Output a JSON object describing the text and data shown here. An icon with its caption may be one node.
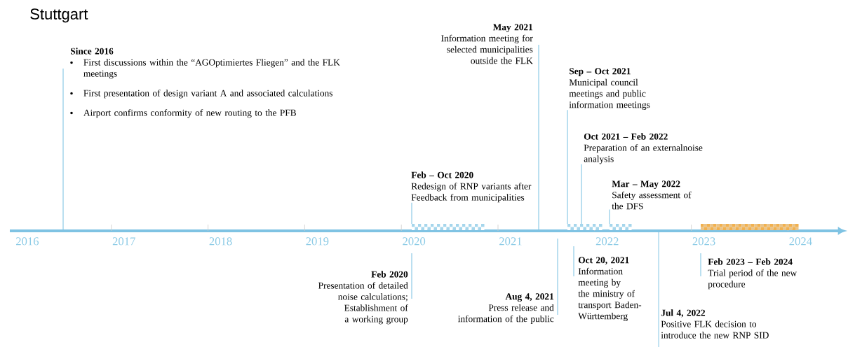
{
  "diagram": {
    "title": "Stuttgart",
    "nodes": [
      {
        "text": [
          "Since 2016",
          "First discussions within the “AGOptimiertes Fliegen” and the FLK meetings",
          "First presentation of design variant A and associated calculations",
          "Airport confirms conformity of new routing to the PFB"
        ]
      },
      {
        "text": [
          "Feb – Oct 2020",
          "Redesign of RNP variants after Feedback from municipalities"
        ]
      },
      {
        "text": [
          "Feb 2020",
          "Presentation of detailed noise calculations; Establishment of a working group"
        ]
      },
      {
        "text": [
          "May 2021",
          "Information meeting for selected municipalities outside the FLK"
        ]
      },
      {
        "text": [
          "Aug 4, 2021",
          "Press release and information of the public"
        ]
      },
      {
        "text": [
          "Sep – Oct 2021",
          "Municipal council meetings and public information meetings"
        ]
      },
      {
        "text": [
          "Oct 2021 – Feb 2022",
          "Preparation of an externalnoise analysis"
        ]
      },
      {
        "text": [
          "Oct 20, 2021",
          "Information meeting by the ministry of transport Baden-Württemberg"
        ]
      },
      {
        "text": [
          "Mar – May 2022",
          "Safety assessment of the DFS"
        ]
      },
      {
        "text": [
          "Jul 4, 2022",
          "Positive FLK decision to introduce the new RNP SID"
        ]
      },
      {
        "text": [
          "Feb 2023 – Feb 2024",
          "Trial period of the new procedure"
        ]
      },
      {
        "text": [],
        "shape": "bar"
      },
      {
        "text": [],
        "shape": "bar"
      },
      {
        "text": [],
        "shape": "bar"
      },
      {
        "text": [],
        "shape": "bar"
      }
    ],
    "edges": [
      {
        "from": 0,
        "to": null,
        "arrow": "none"
      },
      {
        "from": 1,
        "to": 11,
        "arrow": "none"
      },
      {
        "from": 2,
        "to": null,
        "arrow": "none"
      },
      {
        "from": 3,
        "to": null,
        "arrow": "none"
      },
      {
        "from": 4,
        "to": null,
        "arrow": "none"
      },
      {
        "from": 5,
        "to": 12,
        "arrow": "none"
      },
      {
        "from": 6,
        "to": 12,
        "arrow": "none"
      },
      {
        "from": 7,
        "to": null,
        "arrow": "none"
      },
      {
        "from": 8,
        "to": 13,
        "arrow": "none"
      },
      {
        "from": 9,
        "to": null,
        "arrow": "none"
      },
      {
        "from": 10,
        "to": null,
        "arrow": "none"
      }
    ],
    "labels": [
      "2016",
      "2017",
      "2018",
      "2019",
      "2020",
      "2021",
      "2022",
      "2023",
      "2024"
    ]
  }
}
